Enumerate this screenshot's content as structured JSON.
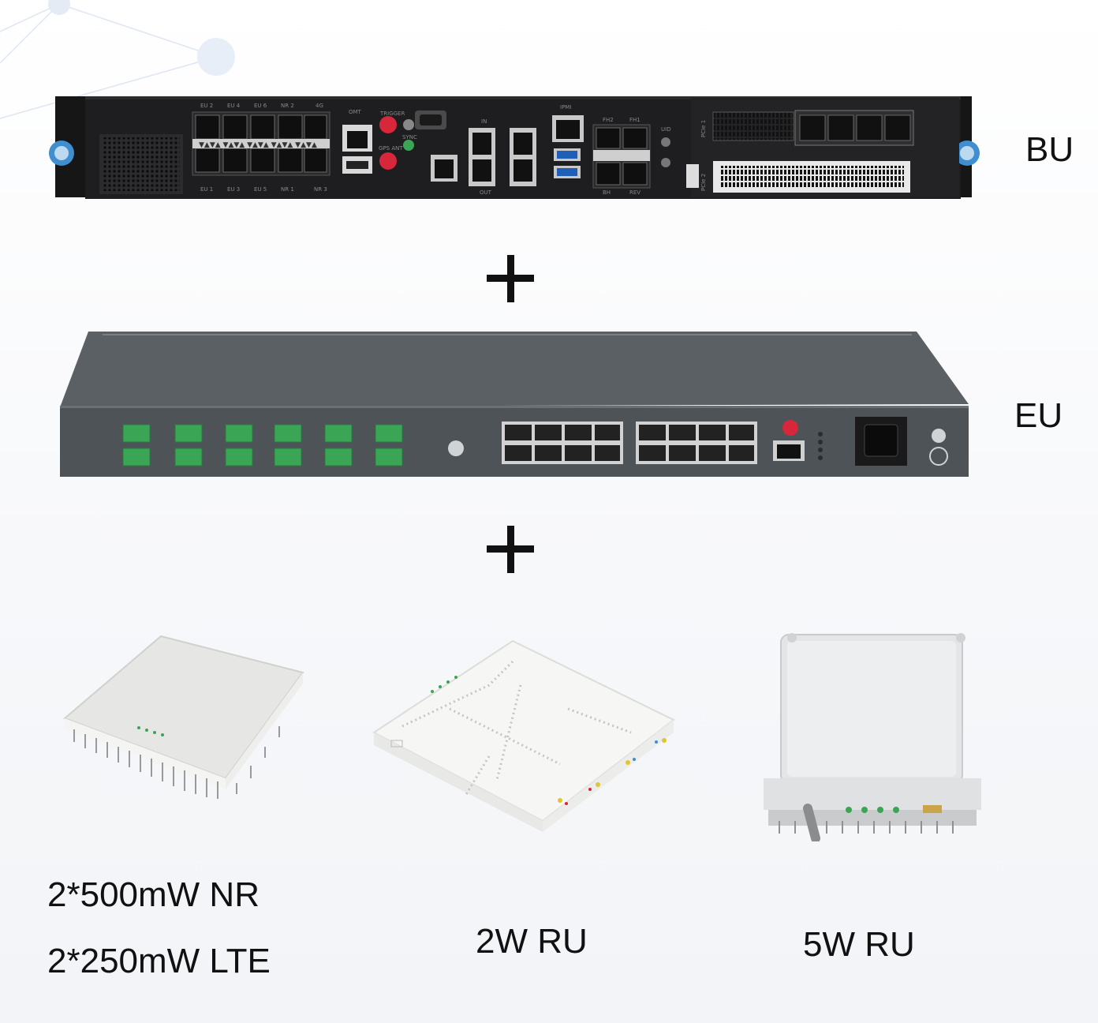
{
  "labels": {
    "bu": "BU",
    "eu": "EU",
    "ru_small_line1": "2*500mW NR",
    "ru_small_line2": "2*250mW LTE",
    "ru_2w": "2W RU",
    "ru_5w": "5W RU"
  },
  "bu_panel": {
    "port_labels_top": [
      "EU 2",
      "EU 4",
      "EU 6",
      "NR 2",
      "4G"
    ],
    "port_labels_bottom": [
      "EU 1",
      "EU 3",
      "EU 5",
      "NR 1",
      "NR 3"
    ],
    "omt": "OMT",
    "trigger": "TRIGGER",
    "sync": "SYNC",
    "gps_ant": "GPS ANT",
    "in": "IN",
    "out": "OUT",
    "ipmi": "IPMI",
    "fh2": "FH2",
    "fh1": "FH1",
    "bh": "BH",
    "rev": "REV",
    "uid": "UID",
    "pcie1": "PCIe 1",
    "pcie2": "PCIe 2"
  },
  "colors": {
    "bu_chassis": "#1e1e20",
    "eu_chassis": "#4d5356",
    "thumbscrew": "#3e8ed0",
    "antenna_red": "#d8263a",
    "terminal_green": "#3aa655",
    "sfp_cage": "#cfcfcf",
    "ru_white": "#f4f4f2"
  }
}
